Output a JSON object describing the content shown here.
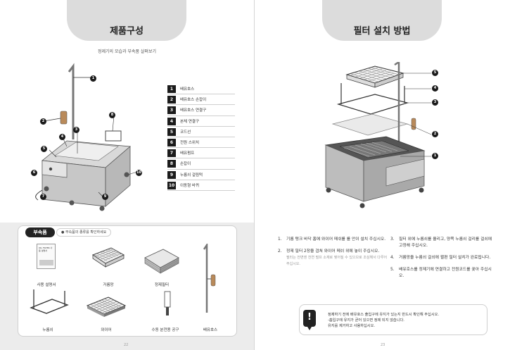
{
  "left_page": {
    "title": "제품구성",
    "subtitle": "정제기의 모습과 부속품 살펴보기",
    "parts": [
      {
        "num": "1",
        "label": "배유호스"
      },
      {
        "num": "2",
        "label": "배유호스 손잡이"
      },
      {
        "num": "3",
        "label": "배유호스 연결구"
      },
      {
        "num": "4",
        "label": "본체 연결구"
      },
      {
        "num": "5",
        "label": "코드선"
      },
      {
        "num": "6",
        "label": "전원 스위치"
      },
      {
        "num": "7",
        "label": "배유펌프"
      },
      {
        "num": "8",
        "label": "손잡이"
      },
      {
        "num": "9",
        "label": "누름쇠 걸림턱"
      },
      {
        "num": "10",
        "label": "이동형 바퀴"
      }
    ],
    "diagram_callouts": [
      "1",
      "2",
      "3",
      "4",
      "5",
      "6",
      "7",
      "8",
      "9",
      "10"
    ],
    "accessories": {
      "tag": "부속품",
      "note": "부속품의 종류를 확인하세요",
      "items": [
        "사용 설명서",
        "거름망",
        "정제필터",
        "누름쇠",
        "와이어",
        "수동 분전용 공구",
        "배유호스"
      ]
    },
    "manual_cover_text": "OIL FILTER 사용 설명서",
    "page_number": "22"
  },
  "right_page": {
    "title": "필터 설치 방법",
    "diagram_callouts": [
      "5",
      "4",
      "3",
      "2",
      "1"
    ],
    "steps_left": [
      {
        "num": "1.",
        "text": "기름 탱크 바닥 홈에 와이어 메쉬를 를 안이 설치 주십시오."
      },
      {
        "num": "2.",
        "text": "정제 필터 2장을 겹쳐 와이어 메쉬 위에 놓이 주십시오.",
        "note": "필터는 전면엔 천연 펄프 소재로 찢어질 수 있으므로 조심해서 다루어 주십시오."
      }
    ],
    "steps_right": [
      {
        "num": "3.",
        "text": "필터 위에 누름쇠를 올리고, 양쪽 누름쇠 걸리를 걸쇠에 고정해 주십시오."
      },
      {
        "num": "4.",
        "text": "거름망을 누름쇠 걸쇠에 펼편 필터 설치가 완료됩니다."
      },
      {
        "num": "5.",
        "text": "배유호스를 정제기에 연결하고 전원코드를 꽂아 주십시오."
      }
    ],
    "warning": {
      "icon": "!",
      "lines": [
        "정제하기 전에 배유호스 출입구에 유지가 있는지 반드시 확인해 주십시오.",
        "-흡입구에 유지가 굳어 있으면 정제 되지 않습니다.",
        "유지를 제거하고 사용하십시오."
      ]
    },
    "page_number": "23"
  }
}
